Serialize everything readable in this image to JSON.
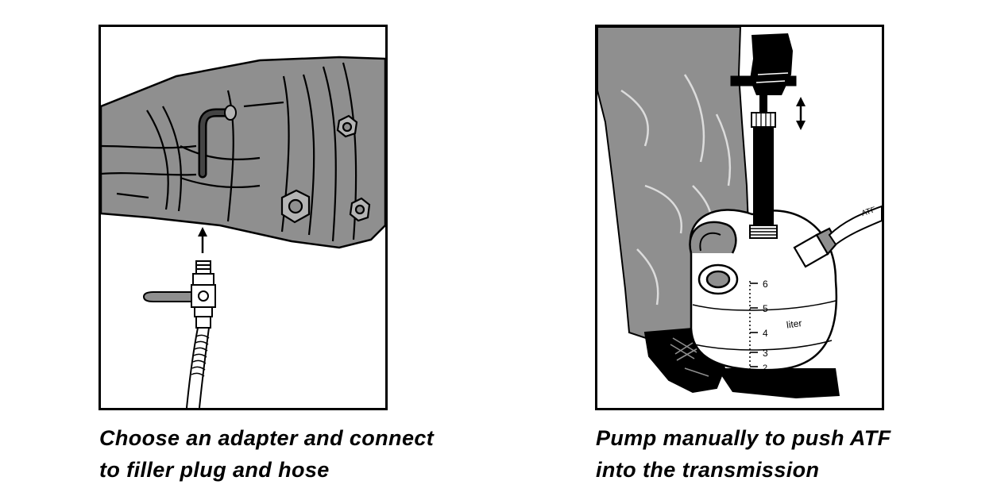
{
  "panels": [
    {
      "caption_lines": [
        "Choose an adapter and connect",
        "to filler plug and hose"
      ]
    },
    {
      "caption_lines": [
        "Pump manually to push ATF",
        "into the transmission"
      ],
      "hose_label": "ATF",
      "unit_label": "liter",
      "scale_marks": [
        "6",
        "5",
        "4",
        "3",
        "2"
      ]
    }
  ],
  "colors": {
    "ink": "#000000",
    "fill_gray": "#8f8f8f",
    "light_gray": "#b4b4b4",
    "paper": "#ffffff"
  }
}
